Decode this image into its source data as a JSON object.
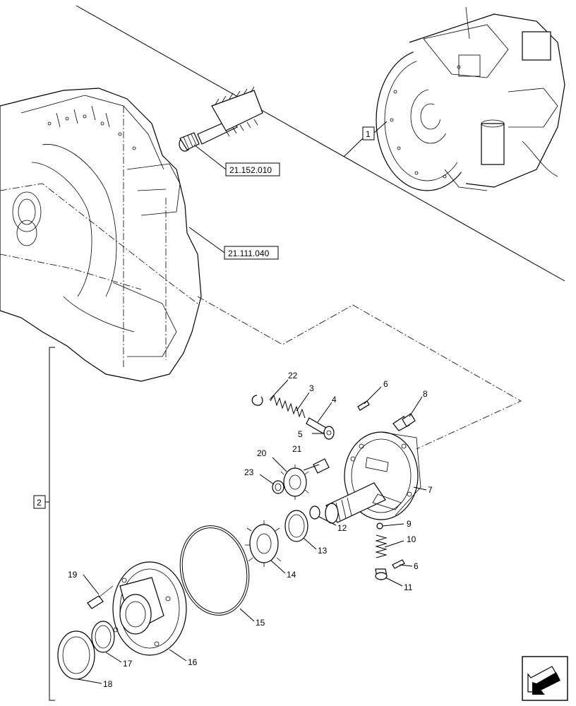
{
  "references": {
    "gear_shaft_ref": "21.152.010",
    "housing_ref": "21.111.040"
  },
  "callouts": {
    "view_1": "1",
    "group_2": "2"
  },
  "parts": [
    {
      "id": "p22",
      "label": "22"
    },
    {
      "id": "p3",
      "label": "3"
    },
    {
      "id": "p4",
      "label": "4"
    },
    {
      "id": "p5",
      "label": "5"
    },
    {
      "id": "p6a",
      "label": "6"
    },
    {
      "id": "p8",
      "label": "8"
    },
    {
      "id": "p20",
      "label": "20"
    },
    {
      "id": "p21",
      "label": "21"
    },
    {
      "id": "p23",
      "label": "23"
    },
    {
      "id": "p7",
      "label": "7"
    },
    {
      "id": "p9",
      "label": "9"
    },
    {
      "id": "p12",
      "label": "12"
    },
    {
      "id": "p13",
      "label": "13"
    },
    {
      "id": "p10",
      "label": "10"
    },
    {
      "id": "p6b",
      "label": "6"
    },
    {
      "id": "p11",
      "label": "11"
    },
    {
      "id": "p14",
      "label": "14"
    },
    {
      "id": "p19",
      "label": "19"
    },
    {
      "id": "p15",
      "label": "15"
    },
    {
      "id": "p16",
      "label": "16"
    },
    {
      "id": "p17",
      "label": "17"
    },
    {
      "id": "p18",
      "label": "18"
    }
  ],
  "nav_icon": "previous-page-arrow-icon"
}
